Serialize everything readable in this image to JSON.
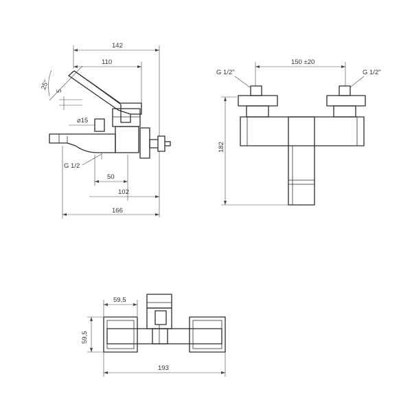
{
  "side_view": {
    "dim_total_width": "142",
    "dim_lever_width": "110",
    "dim_angle": "25°",
    "dim_lever_offset": "5",
    "dim_hole": "⌀15",
    "dim_thread": "G 1/2",
    "dim_spout_base": "50",
    "dim_body_offset": "102",
    "dim_overall_length": "166"
  },
  "front_view": {
    "dim_center_distance": "150 ±20",
    "thread_left": "G 1/2\"",
    "thread_right": "G 1/2\"",
    "dim_height": "182"
  },
  "top_view": {
    "dim_flange_width": "59,5",
    "dim_flange_height": "59,5",
    "dim_total_width": "193"
  }
}
